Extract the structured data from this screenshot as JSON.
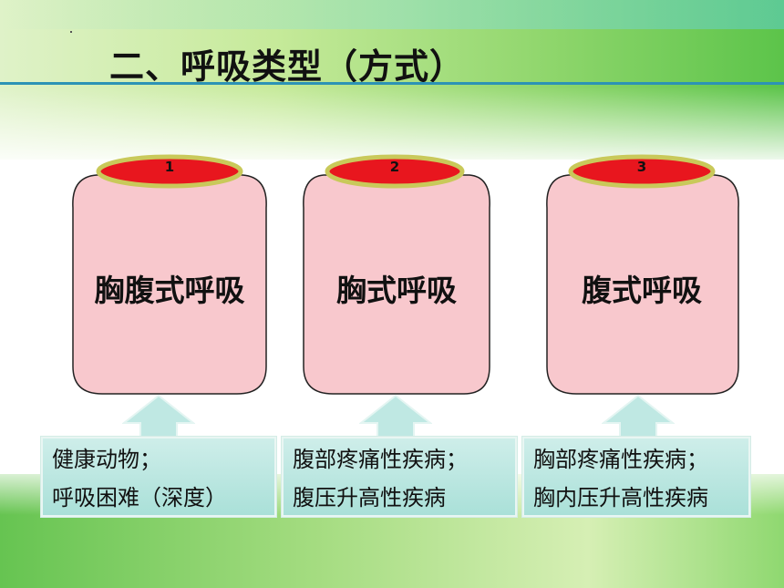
{
  "slide": {
    "title": "二、呼吸类型（方式）"
  },
  "types": [
    {
      "number": "1",
      "label": "胸腹式呼吸",
      "note_lines": [
        "健康动物；",
        "呼吸困难（深度）"
      ]
    },
    {
      "number": "2",
      "label": "胸式呼吸",
      "note_lines": [
        "腹部疼痛性疾病；",
        "腹压升高性疾病"
      ]
    },
    {
      "number": "3",
      "label": "腹式呼吸",
      "note_lines": [
        "胸部疼痛性疾病；",
        "胸内压升高性疾病"
      ]
    }
  ],
  "colors": {
    "jar_fill": "#f8c8cd",
    "cap_fill": "#e8161e",
    "cap_ring": "#c9c95a",
    "note_fill": "#b5e4de",
    "arrow_fill": "#bfe8e3",
    "title_rule": "#2c93b5"
  }
}
